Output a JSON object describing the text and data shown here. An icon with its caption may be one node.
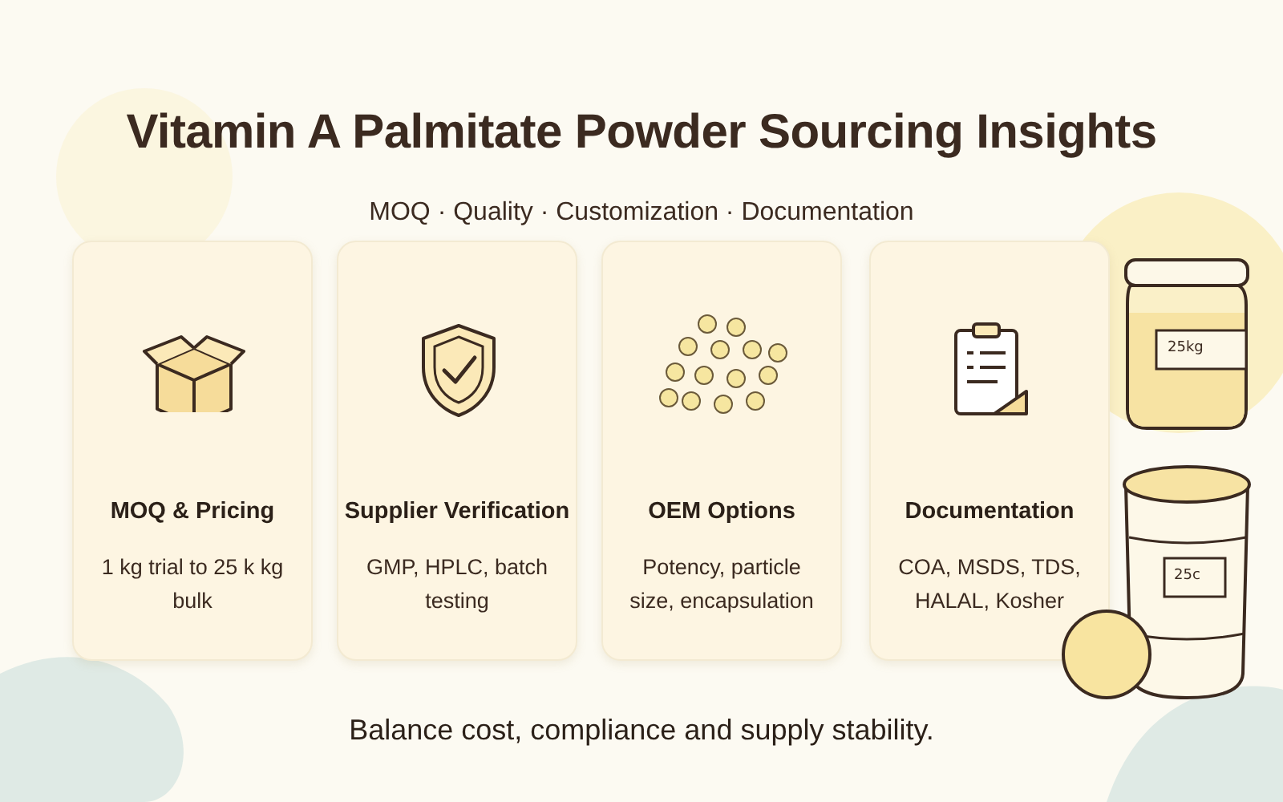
{
  "diagram": {
    "title": "Vitamin A Palmitate Powder Sourcing Insights",
    "caption": "Balance cost, compliance and supply stability.",
    "nodes": [
      {
        "text": [
          "MOQ & Pricing",
          "1 kg trial to 25 k kg bulk"
        ]
      },
      {
        "text": [
          "Supplier Verification",
          "GMP, HPLC, batch testing"
        ]
      },
      {
        "text": [
          "OEM Options",
          "Potency, particle size, encapsulation"
        ]
      },
      {
        "text": [
          "Documentation",
          "COA, MSDS, TDS, HALAL, Kosher"
        ]
      }
    ],
    "labels": [
      "MOQ · Quality · Customization · Documentation",
      "25kg",
      "25c"
    ]
  }
}
